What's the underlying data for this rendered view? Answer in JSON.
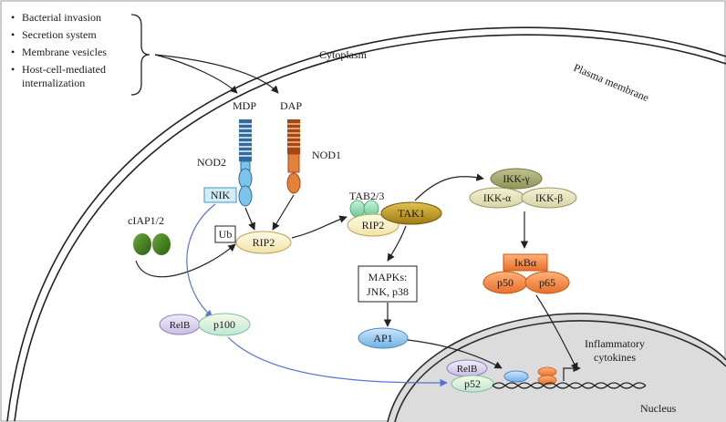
{
  "entry_routes": [
    "Bacterial invasion",
    "Secretion system",
    "Membrane vesicles",
    "Host-cell-mediated",
    "internalization"
  ],
  "compartments": {
    "cytoplasm": "Cytoplasm",
    "plasma_membrane": "Plasma membrane",
    "nucleus": "Nucleus"
  },
  "ligands": {
    "mdp": "MDP",
    "dap": "DAP"
  },
  "receptors": {
    "nod2": "NOD2",
    "nod1": "NOD1"
  },
  "proteins": {
    "nik": "NIK",
    "ciap": "cIAP1/2",
    "ub": "Ub",
    "rip2": "RIP2",
    "tab": "TAB2/3",
    "tak1": "TAK1",
    "rip2_complex": "RIP2",
    "ikk_gamma": "IKK-γ",
    "ikk_alpha": "IKK-α",
    "ikk_beta": "IKK-β",
    "ikba": "IκBα",
    "p50": "p50",
    "p65": "p65",
    "relb": "RelB",
    "p100": "p100",
    "mapk_line1": "MAPKs:",
    "mapk_line2": "JNK, p38",
    "ap1": "AP1",
    "relb_nuc": "RelB",
    "p52": "p52"
  },
  "output": {
    "line1": "Inflammatory",
    "line2": "cytokines"
  },
  "colors": {
    "nod2_blue": "#5aa7d6",
    "nod1_orange": "#d9772b",
    "ciap_green": "#3f7f1c",
    "tak1_gold": "#c8a22a",
    "ikk_olive": "#a3a86a",
    "p50_orange": "#ef8a4a",
    "nucleus_gray": "#dcdcdc",
    "blue_arrow": "#5a6fd8"
  }
}
